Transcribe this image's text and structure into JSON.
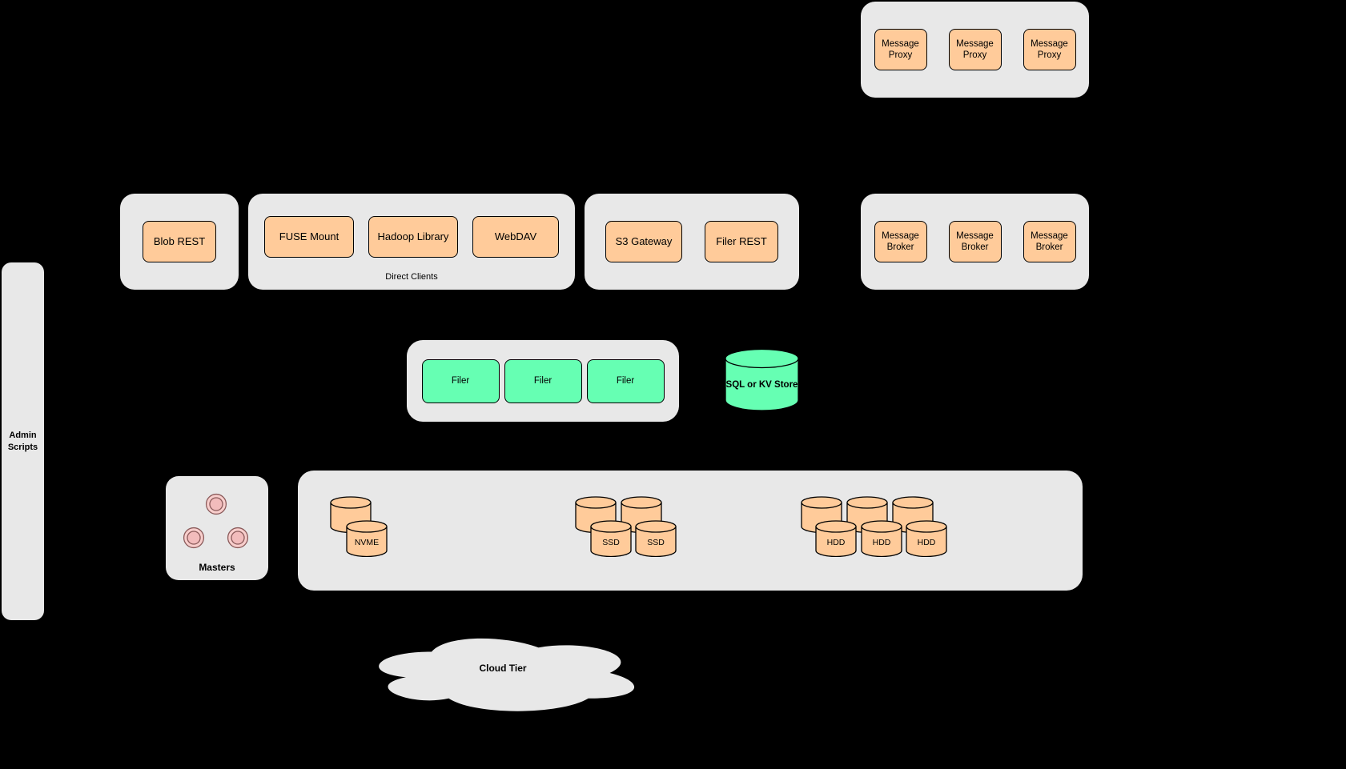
{
  "colors": {
    "background": "#000000",
    "container_fill": "#e8e8e8",
    "node_orange": "#ffcb9a",
    "node_green": "#66ffb3",
    "master_pink": "#f8cecc"
  },
  "admin_panel": {
    "label": "Admin Scripts"
  },
  "message_proxy_group": {
    "items": [
      "Message Proxy",
      "Message Proxy",
      "Message Proxy"
    ]
  },
  "blob_group": {
    "items": [
      "Blob REST"
    ]
  },
  "direct_clients_group": {
    "caption": "Direct Clients",
    "items": [
      "FUSE Mount",
      "Hadoop Library",
      "WebDAV"
    ]
  },
  "gateway_group": {
    "items": [
      "S3 Gateway",
      "Filer REST"
    ]
  },
  "message_broker_group": {
    "items": [
      "Message Broker",
      "Message Broker",
      "Message Broker"
    ]
  },
  "filer_group": {
    "items": [
      "Filer",
      "Filer",
      "Filer"
    ]
  },
  "metadata_store": {
    "label": "SQL or KV Store"
  },
  "masters_group": {
    "label": "Masters"
  },
  "volume_group": {
    "nvme_label": "NVME",
    "ssd_labels": [
      "SSD",
      "SSD"
    ],
    "hdd_labels": [
      "HDD",
      "HDD",
      "HDD"
    ]
  },
  "cloud_tier": {
    "label": "Cloud Tier"
  }
}
